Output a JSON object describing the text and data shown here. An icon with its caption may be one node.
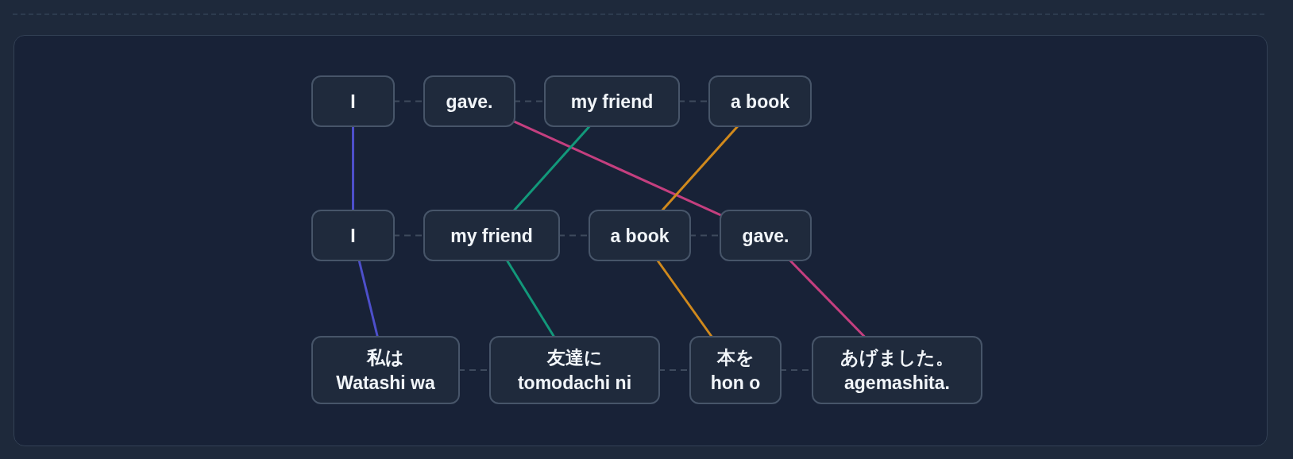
{
  "diagram": {
    "nodes": [
      {
        "text": [
          "I"
        ]
      },
      {
        "text": [
          "gave."
        ]
      },
      {
        "text": [
          "my friend"
        ]
      },
      {
        "text": [
          "a book"
        ]
      },
      {
        "text": [
          "I"
        ]
      },
      {
        "text": [
          "my friend"
        ]
      },
      {
        "text": [
          "a book"
        ]
      },
      {
        "text": [
          "gave."
        ]
      },
      {
        "text": [
          "私は",
          "Watashi wa"
        ]
      },
      {
        "text": [
          "友達に",
          "tomodachi ni"
        ]
      },
      {
        "text": [
          "本を",
          "hon o"
        ]
      },
      {
        "text": [
          "あげました。",
          "agemashita."
        ]
      }
    ],
    "edges": [
      {
        "from": 0,
        "to": 1,
        "arrow": "none",
        "style": "dashed"
      },
      {
        "from": 1,
        "to": 2,
        "arrow": "none",
        "style": "dashed"
      },
      {
        "from": 2,
        "to": 3,
        "arrow": "none",
        "style": "dashed"
      },
      {
        "from": 4,
        "to": 5,
        "arrow": "none",
        "style": "dashed"
      },
      {
        "from": 5,
        "to": 6,
        "arrow": "none",
        "style": "dashed"
      },
      {
        "from": 6,
        "to": 7,
        "arrow": "none",
        "style": "dashed"
      },
      {
        "from": 8,
        "to": 9,
        "arrow": "none",
        "style": "dashed"
      },
      {
        "from": 9,
        "to": 10,
        "arrow": "none",
        "style": "dashed"
      },
      {
        "from": 10,
        "to": 11,
        "arrow": "none",
        "style": "dashed"
      },
      {
        "from": 0,
        "to": 4,
        "arrow": "none",
        "color": "#4d4fcb"
      },
      {
        "from": 1,
        "to": 7,
        "arrow": "none",
        "color": "#c43f7f"
      },
      {
        "from": 2,
        "to": 5,
        "arrow": "none",
        "color": "#12987a"
      },
      {
        "from": 3,
        "to": 6,
        "arrow": "none",
        "color": "#d0891c"
      },
      {
        "from": 4,
        "to": 8,
        "arrow": "none",
        "color": "#4d4fcb"
      },
      {
        "from": 5,
        "to": 9,
        "arrow": "none",
        "color": "#12987a"
      },
      {
        "from": 6,
        "to": 10,
        "arrow": "none",
        "color": "#d0891c"
      },
      {
        "from": 7,
        "to": 11,
        "arrow": "none",
        "color": "#c43f7f"
      }
    ]
  }
}
